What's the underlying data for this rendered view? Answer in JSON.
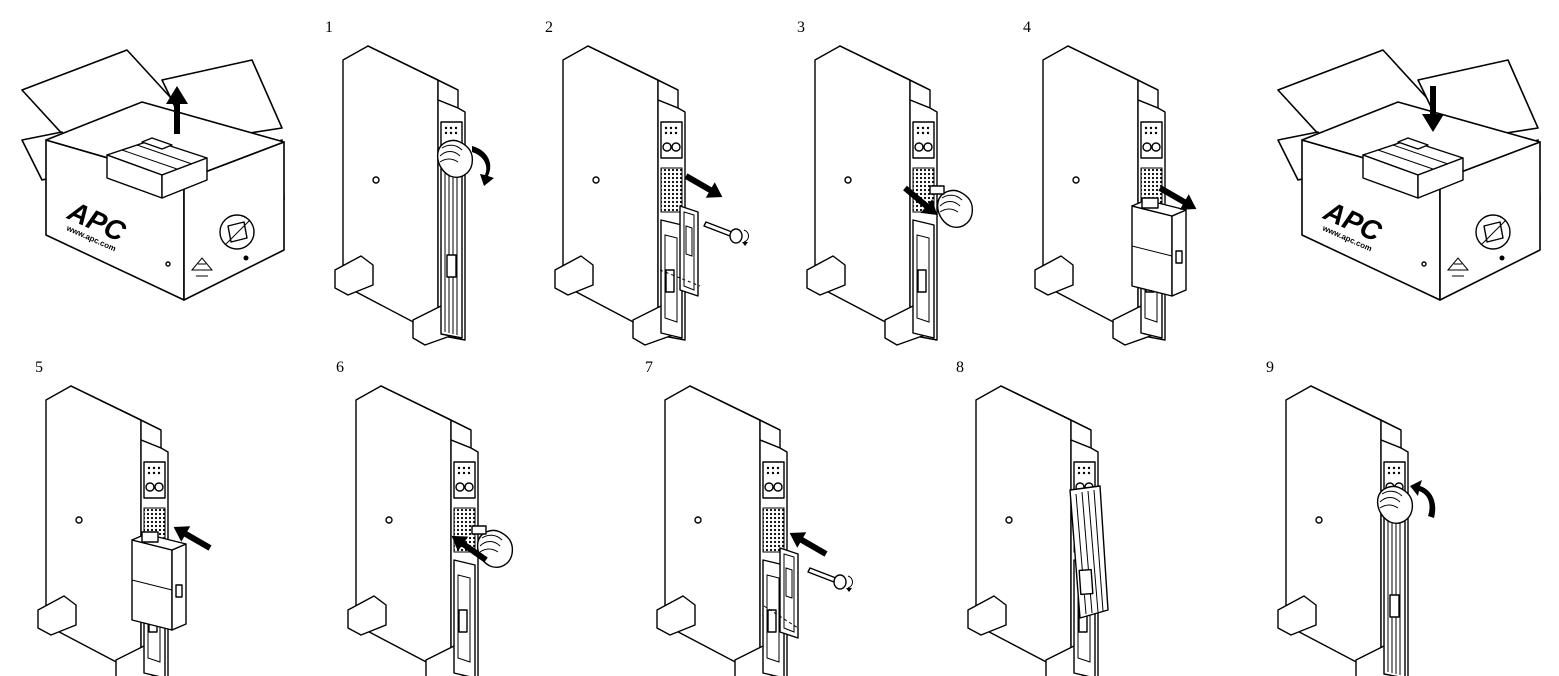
{
  "steps": [
    {
      "number": "1"
    },
    {
      "number": "2"
    },
    {
      "number": "3"
    },
    {
      "number": "4"
    },
    {
      "number": "5"
    },
    {
      "number": "6"
    },
    {
      "number": "7"
    },
    {
      "number": "8"
    },
    {
      "number": "9"
    }
  ],
  "box_left": {
    "logo": "APC",
    "url": "www.apc.com"
  },
  "box_right": {
    "logo": "APC",
    "url": "www.apc.com"
  }
}
